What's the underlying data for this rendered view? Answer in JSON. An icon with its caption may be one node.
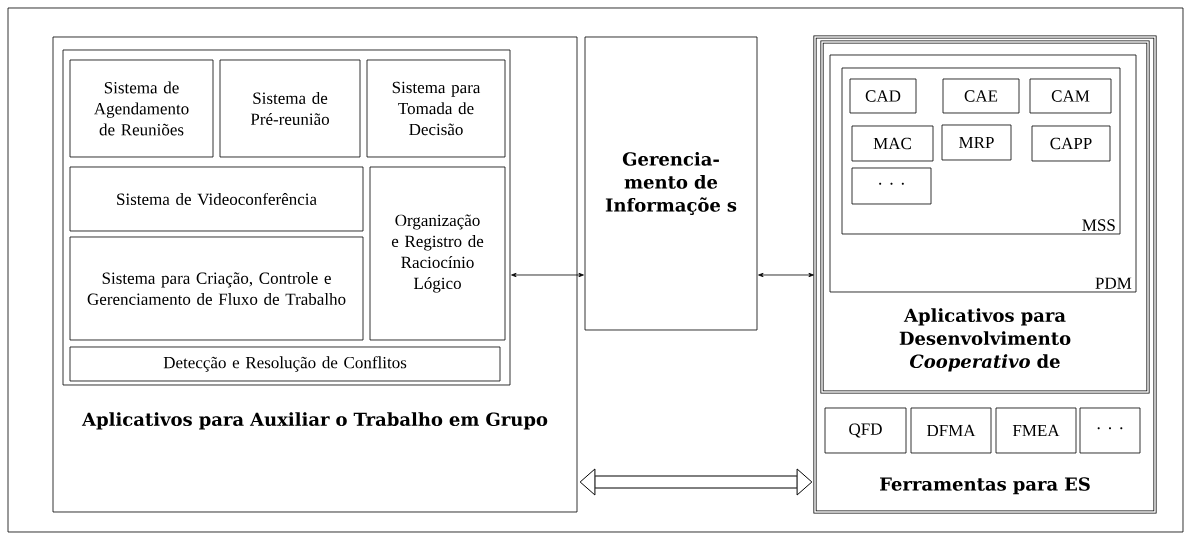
{
  "diagram": {
    "nodes": [
      {
        "text": [
          "Aplicativos para Auxiliar o Trabalho em Grupo"
        ]
      },
      {
        "text": [],
        "shape": "box",
        "in": 0
      },
      {
        "text": [
          "Sistema de Agendamento de Reuniões"
        ],
        "in": 1
      },
      {
        "text": [
          "Sistema de Pré-reunião"
        ],
        "in": 1
      },
      {
        "text": [
          "Sistema para Tomada de Decisão"
        ],
        "in": 1
      },
      {
        "text": [
          "Sistema de Videoconferência"
        ],
        "in": 1
      },
      {
        "text": [
          "Organização e Registro de Raciocínio Lógico"
        ],
        "in": 1
      },
      {
        "text": [
          "Sistema para Criação, Controle e Gerenciamento de Fluxo de Trabalho"
        ],
        "in": 1
      },
      {
        "text": [
          "Detecção e Resolução de Conflitos"
        ],
        "in": 1
      },
      {
        "text": [
          "Gerencia- mento de Informaçõe s"
        ]
      },
      {
        "text": [
          "Ferramentas para ES"
        ]
      },
      {
        "text": [
          "Aplicativos para Desenvolvimento *Cooperativo* de"
        ],
        "in": 10
      },
      {
        "text": [
          "PDM"
        ],
        "in": 11
      },
      {
        "text": [
          "MSS"
        ],
        "in": 12
      },
      {
        "text": [
          "CAD"
        ],
        "in": 13
      },
      {
        "text": [
          "CAE"
        ],
        "in": 13
      },
      {
        "text": [
          "CAM"
        ],
        "in": 13
      },
      {
        "text": [
          "MAC"
        ],
        "in": 13
      },
      {
        "text": [
          "MRP"
        ],
        "in": 13
      },
      {
        "text": [
          "CAPP"
        ],
        "in": 13
      },
      {
        "text": [
          "· · ·"
        ],
        "in": 13
      },
      {
        "text": [
          "QFD"
        ],
        "in": 10
      },
      {
        "text": [
          "DFMA"
        ],
        "in": 10
      },
      {
        "text": [
          "FMEA"
        ],
        "in": 10
      },
      {
        "text": [
          "· · ·"
        ],
        "in": 10
      }
    ],
    "edges": [
      {
        "from": 1,
        "to": 9,
        "arrow": "both"
      },
      {
        "from": 9,
        "to": 10,
        "arrow": "both"
      },
      {
        "from": 0,
        "to": 10,
        "arrow": "both",
        "style": "thick"
      }
    ]
  }
}
